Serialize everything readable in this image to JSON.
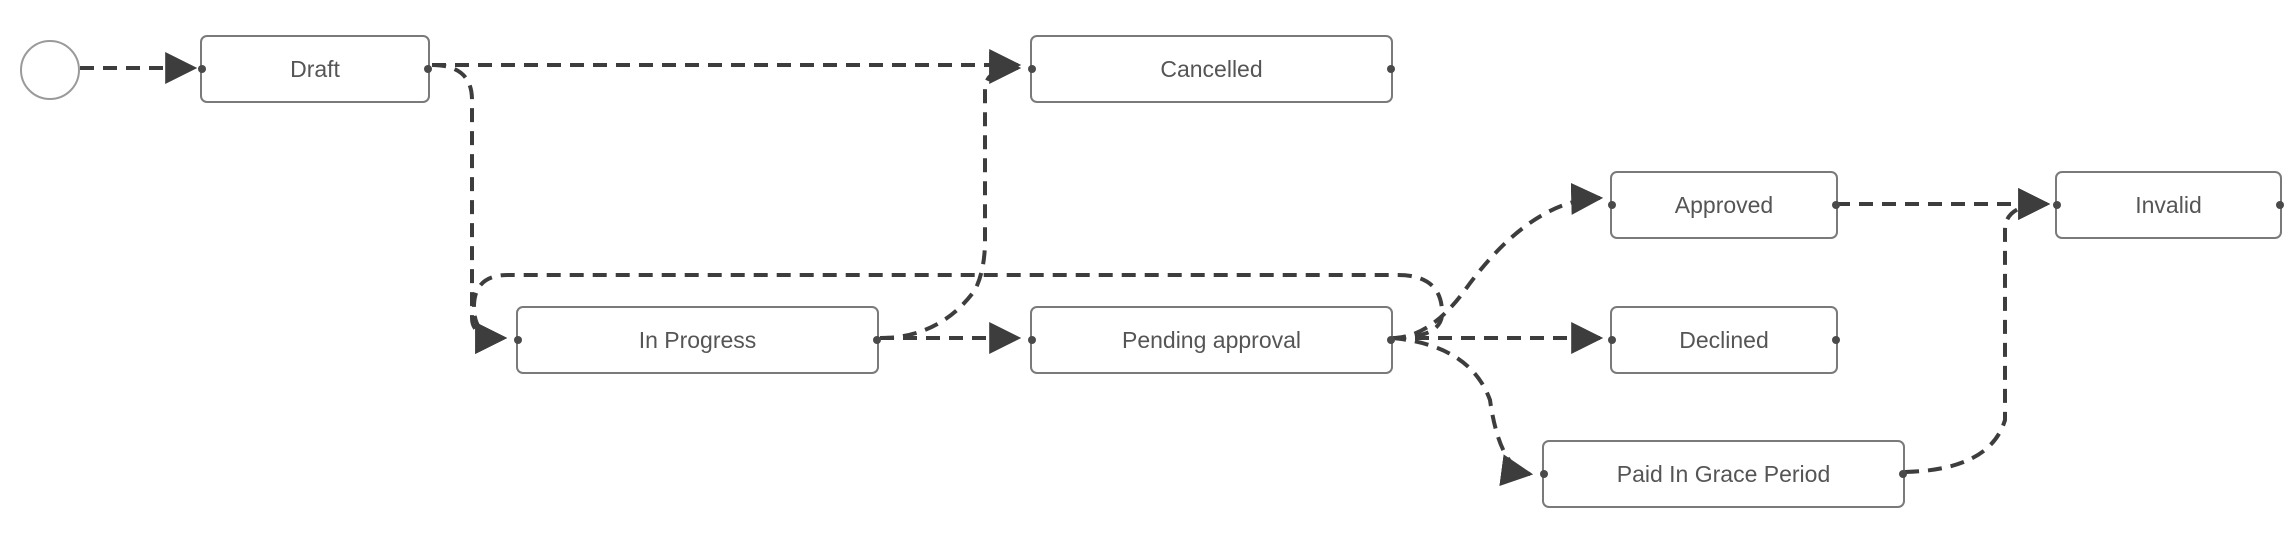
{
  "diagram": {
    "states": {
      "draft": "Draft",
      "cancelled": "Cancelled",
      "approved": "Approved",
      "invalid": "Invalid",
      "in_progress": "In Progress",
      "pending_approval": "Pending approval",
      "declined": "Declined",
      "paid_in_grace_period": "Paid In Grace Period"
    },
    "colors": {
      "edge": "#3d3d3d",
      "node_border": "#7a7a7a",
      "node_text": "#555555"
    }
  }
}
